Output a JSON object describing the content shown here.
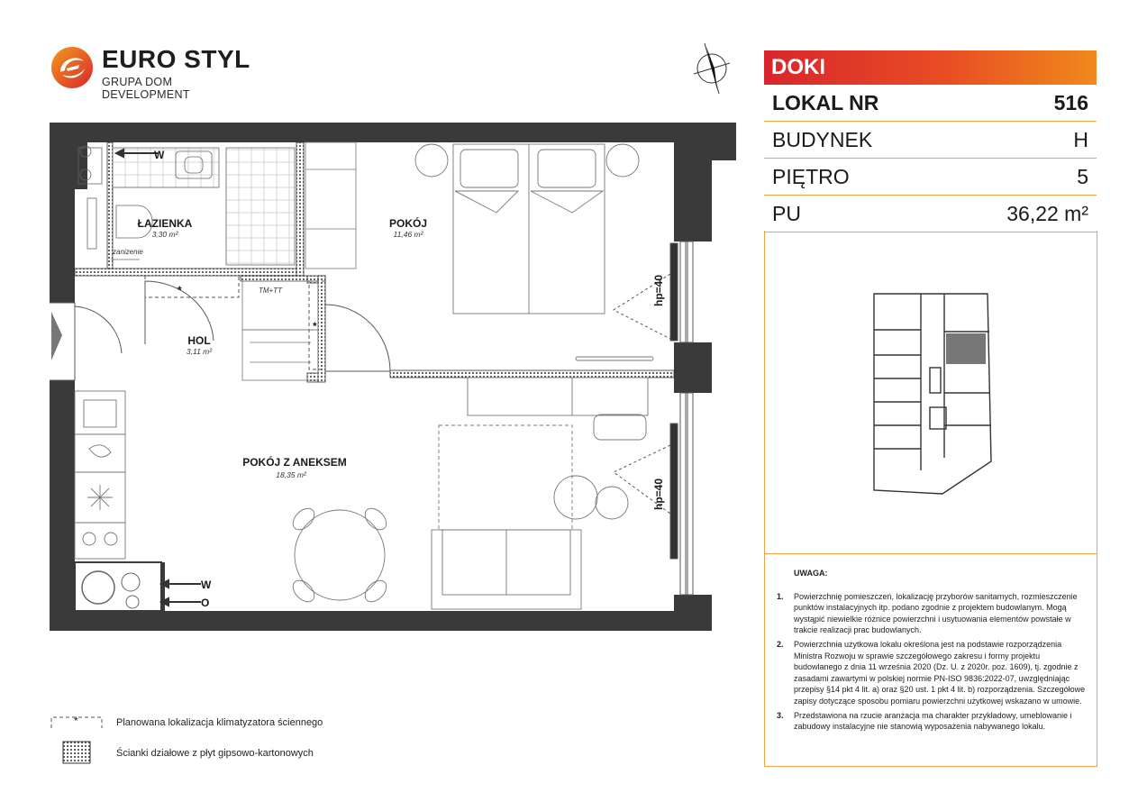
{
  "brand": {
    "name": "EURO STYL",
    "sub": "GRUPA DOM DEVELOPMENT"
  },
  "colors": {
    "accent_red": "#d8262c",
    "accent_orange": "#f08a1c",
    "wall": "#3a3a3a"
  },
  "info": {
    "project": "DOKI",
    "rows": [
      {
        "label": "LOKAL NR",
        "value": "516"
      },
      {
        "label": "BUDYNEK",
        "value": "H"
      },
      {
        "label": "PIĘTRO",
        "value": "5"
      },
      {
        "label": "PU",
        "value": "36,22 m²"
      }
    ]
  },
  "plan": {
    "rooms": [
      {
        "name": "ŁAZIENKA",
        "area": "3,30 m²"
      },
      {
        "name": "POKÓJ",
        "area": "11,46 m²"
      },
      {
        "name": "HOL",
        "area": "3,11 m²"
      },
      {
        "name": "POKÓJ Z ANEKSEM",
        "area": "18,35 m²"
      }
    ],
    "labels": {
      "zanizenie": "zanizenie",
      "tm_tt": "TM+TT",
      "hp1": "hp=40",
      "hp2": "hp=40",
      "w_top": "W",
      "w_bottom": "W",
      "o_bottom": "O",
      "ac1": "*",
      "ac2": "*"
    }
  },
  "notes": {
    "title": "UWAGA:",
    "items": [
      {
        "num": "1.",
        "text": "Powierzchnię pomieszczeń, lokalizację przyborów sanitarnych, rozmieszczenie punktów instalacyjnych itp. podano zgodnie z projektem budowlanym. Mogą wystąpić niewielkie różnice powierzchni i usytuowania elementów powstałe w trakcie realizacji prac budowlanych."
      },
      {
        "num": "2.",
        "text": "Powierzchnia użytkowa lokalu określona jest na podstawie rozporządzenia Ministra Rozwoju w sprawie szczegółowego zakresu i formy projektu budowlanego z dnia 11 września 2020 (Dz. U. z 2020r. poz. 1609), tj. zgodnie z zasadami zawartymi w polskiej normie PN-ISO 9836:2022-07, uwzględniając przepisy §14 pkt 4 lit. a) oraz §20 ust. 1 pkt 4 lit. b) rozporządzenia. Szczegółowe zapisy dotyczące sposobu pomiaru powierzchni użytkowej wskazano w umowie."
      },
      {
        "num": "3.",
        "text": "Przedstawiona na rzucie aranżacja ma charakter przykładowy, umeblowanie i zabudowy instalacyjne nie stanowią wyposażenia nabywanego lokalu."
      }
    ]
  },
  "legend": {
    "ac_symbol": "*",
    "ac": "Planowana lokalizacja klimatyzatora ściennego",
    "partitions": "Ścianki działowe z płyt gipsowo-kartonowych"
  }
}
